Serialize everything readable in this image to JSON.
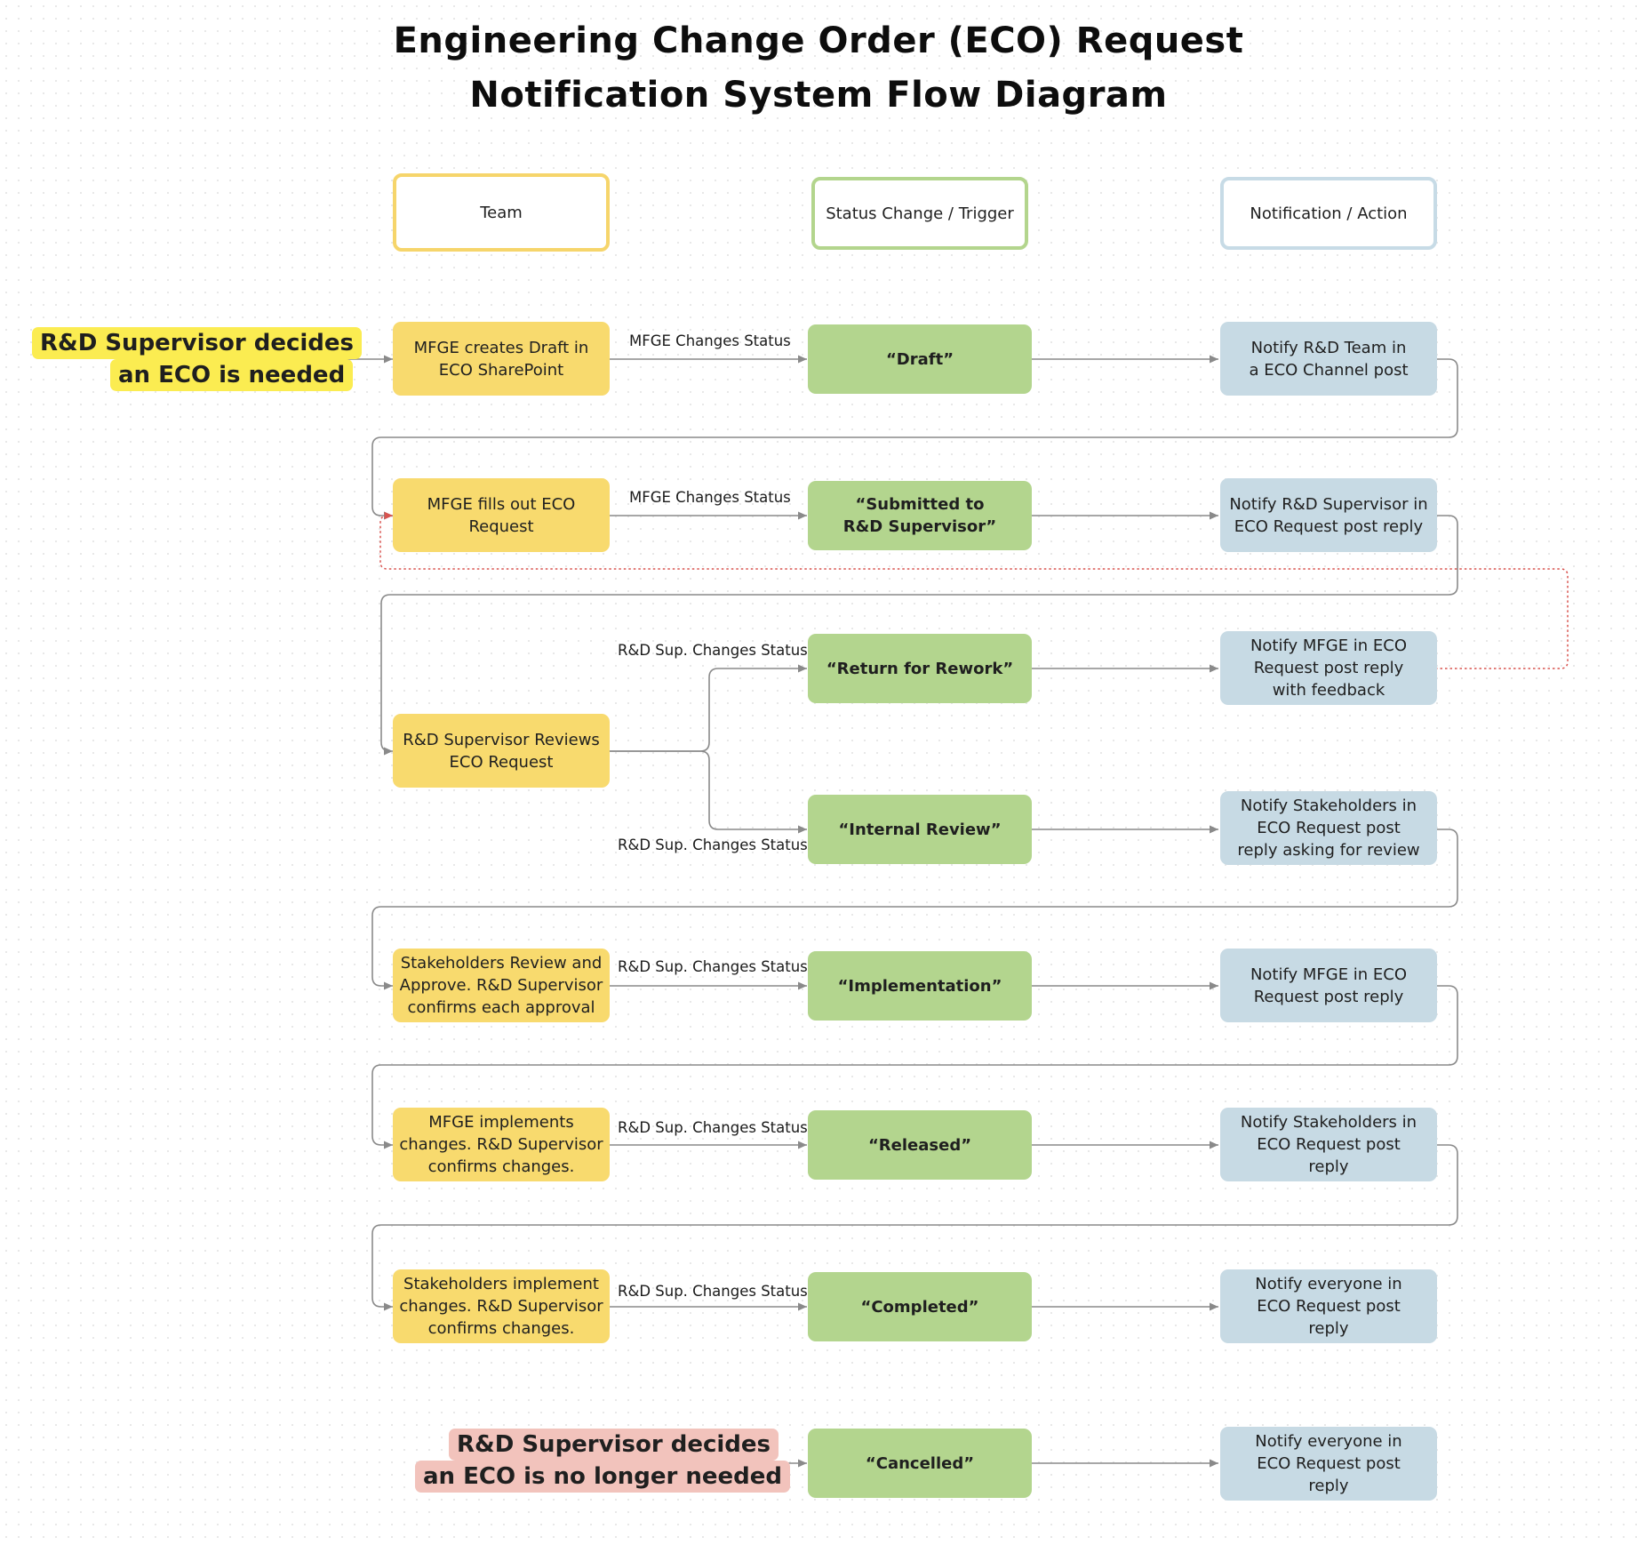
{
  "title": {
    "line1": "Engineering Change Order (ECO) Request",
    "line2": "Notification System Flow Diagram"
  },
  "headers": {
    "team": "Team",
    "status": "Status Change / Trigger",
    "notify": "Notification / Action"
  },
  "start_note": {
    "line1": "R&D Supervisor decides",
    "line2": "an ECO is needed"
  },
  "cancel_note": {
    "line1": "R&D Supervisor decides",
    "line2": "an ECO is no longer needed"
  },
  "team_steps": {
    "create_draft": "MFGE creates Draft in ECO SharePoint",
    "fill_request": "MFGE fills out ECO Request",
    "supervisor_review": "R&D Supervisor Reviews ECO Request",
    "stakeholder_review": "Stakeholders Review and Approve. R&D Supervisor confirms each approval",
    "implement_changes": "MFGE implements changes. R&D Supervisor confirms changes.",
    "stakeholders_implement": "Stakeholders implement changes. R&D Supervisor confirms changes."
  },
  "statuses": {
    "draft": "“Draft”",
    "submitted": "“Submitted to R&D Supervisor”",
    "rework": "“Return for Rework”",
    "internal_review": "“Internal Review”",
    "implementation": "“Implementation”",
    "released": "“Released”",
    "completed": "“Completed”",
    "cancelled": "“Cancelled”"
  },
  "notifications": {
    "draft": "Notify R&D Team in a ECO Channel post",
    "submitted": "Notify R&D Supervisor in ECO Request post reply",
    "rework": "Notify MFGE in ECO Request post reply with feedback",
    "internal_review": "Notify Stakeholders in ECO Request post reply asking for review",
    "implementation": "Notify MFGE in ECO Request post reply",
    "released": "Notify Stakeholders in ECO Request post reply",
    "completed": "Notify everyone in ECO Request post reply",
    "cancelled": "Notify everyone in ECO Request post reply"
  },
  "edge_labels": {
    "draft": "MFGE Changes Status",
    "submitted": "MFGE Changes Status",
    "rework": "R&D Sup. Changes Status",
    "internal_review": "R&D Sup. Changes Status",
    "implementation": "R&D Sup. Changes Status",
    "released": "R&D Sup. Changes Status",
    "completed": "R&D Sup. Changes Status"
  },
  "colors": {
    "team_fill": "#f8da6e",
    "status_fill": "#b3d58e",
    "notify_fill": "#c7dae4",
    "start_highlight": "#fbec51",
    "cancel_highlight": "#f2c3bc",
    "connector": "#8a8a8a",
    "rework_loop": "#d9534f"
  }
}
